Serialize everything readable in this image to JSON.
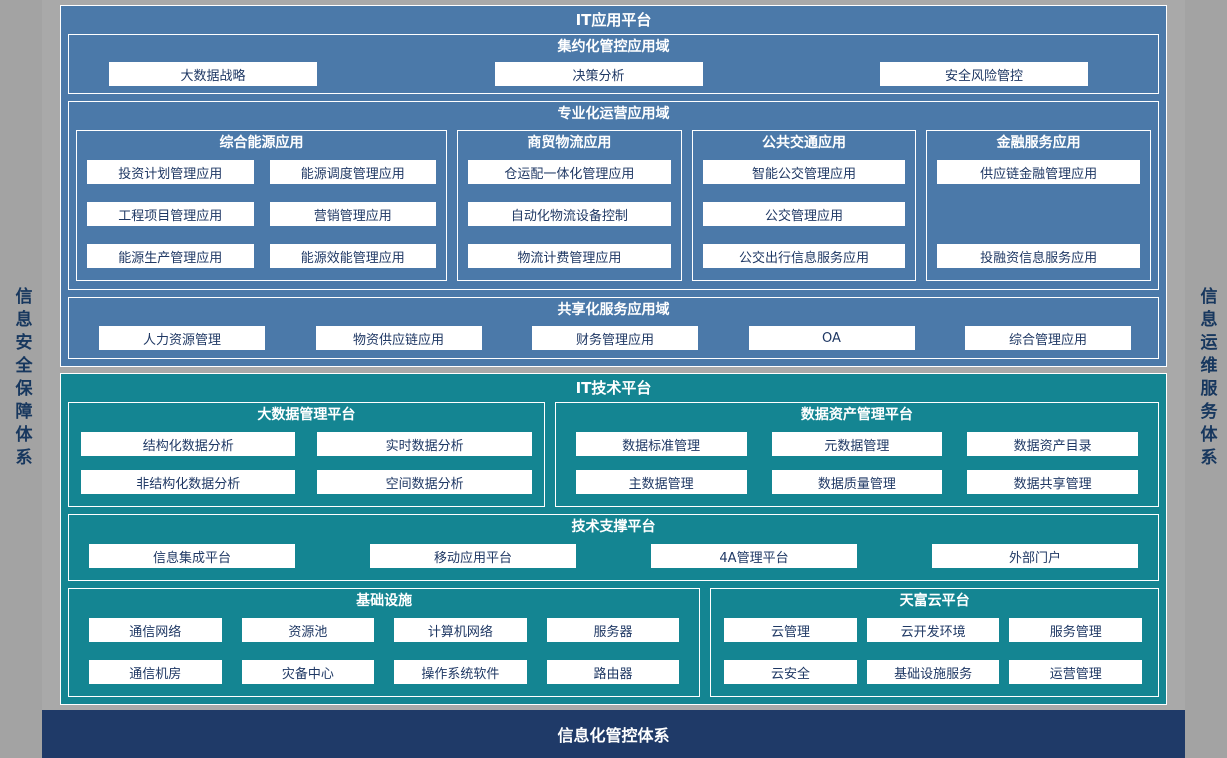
{
  "side": {
    "left": "信息安全保障体系",
    "right": "信息运维服务体系",
    "bottom": "信息化管控体系"
  },
  "colors": {
    "page_bg": "#a9a9a9",
    "app_blue": "#4b79a9",
    "tech_teal": "#148592",
    "bottom_navy": "#1f3a68",
    "item_text": "#1f3864",
    "title_text": "#ffffff"
  },
  "app": {
    "title": "IT应用平台",
    "d1": {
      "title": "集约化管控应用域",
      "items": [
        "大数据战略",
        "决策分析",
        "安全风险管控"
      ]
    },
    "d2": {
      "title": "专业化运营应用域",
      "g1": {
        "title": "综合能源应用",
        "items": [
          "投资计划管理应用",
          "能源调度管理应用",
          "工程项目管理应用",
          "营销管理应用",
          "能源生产管理应用",
          "能源效能管理应用"
        ]
      },
      "g2": {
        "title": "商贸物流应用",
        "items": [
          "仓运配一体化管理应用",
          "自动化物流设备控制",
          "物流计费管理应用"
        ]
      },
      "g3": {
        "title": "公共交通应用",
        "items": [
          "智能公交管理应用",
          "公交管理应用",
          "公交出行信息服务应用"
        ]
      },
      "g4": {
        "title": "金融服务应用",
        "items": [
          "供应链金融管理应用",
          "投融资信息服务应用"
        ]
      }
    },
    "d3": {
      "title": "共享化服务应用域",
      "items": [
        "人力资源管理",
        "物资供应链应用",
        "财务管理应用",
        "OA",
        "综合管理应用"
      ]
    }
  },
  "tech": {
    "title": "IT技术平台",
    "bigdata": {
      "title": "大数据管理平台",
      "items": [
        "结构化数据分析",
        "实时数据分析",
        "非结构化数据分析",
        "空间数据分析"
      ]
    },
    "asset": {
      "title": "数据资产管理平台",
      "items": [
        "数据标准管理",
        "元数据管理",
        "数据资产目录",
        "主数据管理",
        "数据质量管理",
        "数据共享管理"
      ]
    },
    "support": {
      "title": "技术支撑平台",
      "items": [
        "信息集成平台",
        "移动应用平台",
        "4A管理平台",
        "外部门户"
      ]
    },
    "infra": {
      "title": "基础设施",
      "items": [
        "通信网络",
        "资源池",
        "计算机网络",
        "服务器",
        "通信机房",
        "灾备中心",
        "操作系统软件",
        "路由器"
      ]
    },
    "cloud": {
      "title": "天富云平台",
      "items": [
        "云管理",
        "云开发环境",
        "服务管理",
        "云安全",
        "基础设施服务",
        "运营管理"
      ]
    }
  }
}
